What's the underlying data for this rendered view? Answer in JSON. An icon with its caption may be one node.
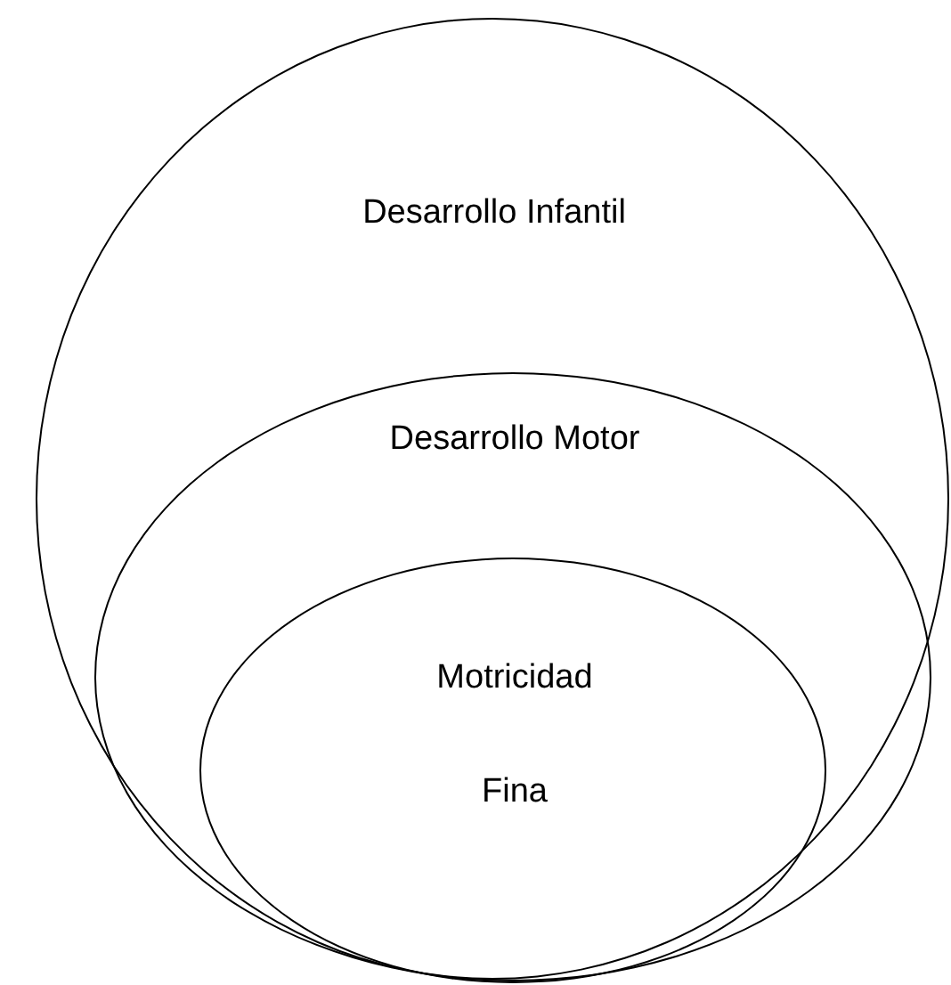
{
  "diagram": {
    "nodes": [
      {
        "text": [
          "Desarrollo Infantil"
        ]
      },
      {
        "text": [
          "Desarrollo Motor"
        ],
        "in": 0
      },
      {
        "text": [
          "Motricidad Fina"
        ],
        "in": 1
      }
    ]
  }
}
